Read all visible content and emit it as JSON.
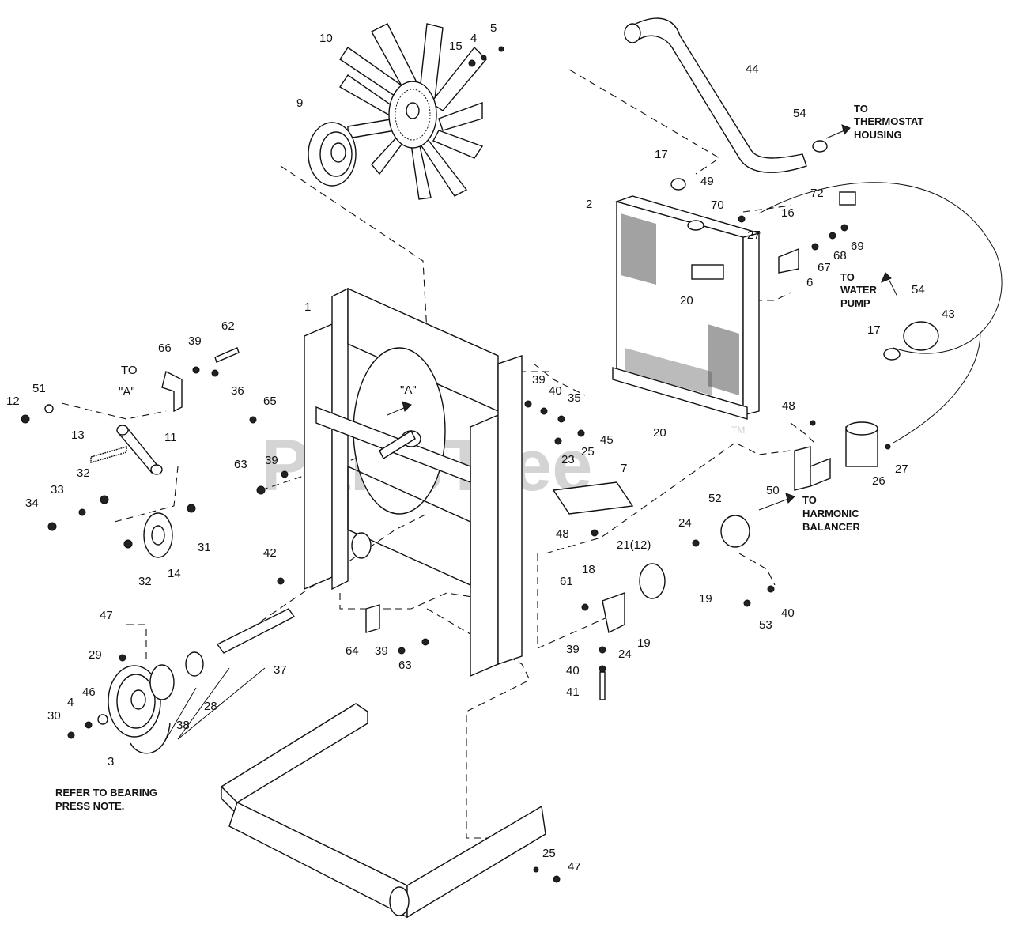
{
  "watermark": "PartsTree",
  "trademark": "TM",
  "callouts": [
    {
      "id": "c1",
      "text": "1"
    },
    {
      "id": "c2",
      "text": "2"
    },
    {
      "id": "c3",
      "text": "3"
    },
    {
      "id": "c4a",
      "text": "4"
    },
    {
      "id": "c4b",
      "text": "4"
    },
    {
      "id": "c5",
      "text": "5"
    },
    {
      "id": "c6",
      "text": "6"
    },
    {
      "id": "c7",
      "text": "7"
    },
    {
      "id": "c9",
      "text": "9"
    },
    {
      "id": "c10",
      "text": "10"
    },
    {
      "id": "c11",
      "text": "11"
    },
    {
      "id": "c12",
      "text": "12"
    },
    {
      "id": "c13",
      "text": "13"
    },
    {
      "id": "c14",
      "text": "14"
    },
    {
      "id": "c15",
      "text": "15"
    },
    {
      "id": "c16",
      "text": "16"
    },
    {
      "id": "c17a",
      "text": "17"
    },
    {
      "id": "c17b",
      "text": "17"
    },
    {
      "id": "c18",
      "text": "18"
    },
    {
      "id": "c19a",
      "text": "19"
    },
    {
      "id": "c19b",
      "text": "19"
    },
    {
      "id": "c20a",
      "text": "20"
    },
    {
      "id": "c20b",
      "text": "20"
    },
    {
      "id": "c21",
      "text": "21(12)"
    },
    {
      "id": "c23",
      "text": "23"
    },
    {
      "id": "c24a",
      "text": "24"
    },
    {
      "id": "c24b",
      "text": "24"
    },
    {
      "id": "c25a",
      "text": "25"
    },
    {
      "id": "c25b",
      "text": "25"
    },
    {
      "id": "c26",
      "text": "26"
    },
    {
      "id": "c27a",
      "text": "27"
    },
    {
      "id": "c27b",
      "text": "27"
    },
    {
      "id": "c28",
      "text": "28"
    },
    {
      "id": "c29",
      "text": "29"
    },
    {
      "id": "c30",
      "text": "30"
    },
    {
      "id": "c31",
      "text": "31"
    },
    {
      "id": "c32a",
      "text": "32"
    },
    {
      "id": "c32b",
      "text": "32"
    },
    {
      "id": "c33",
      "text": "33"
    },
    {
      "id": "c34",
      "text": "34"
    },
    {
      "id": "c35",
      "text": "35"
    },
    {
      "id": "c36",
      "text": "36"
    },
    {
      "id": "c37",
      "text": "37"
    },
    {
      "id": "c38",
      "text": "38"
    },
    {
      "id": "c39a",
      "text": "39"
    },
    {
      "id": "c39b",
      "text": "39"
    },
    {
      "id": "c39c",
      "text": "39"
    },
    {
      "id": "c39d",
      "text": "39"
    },
    {
      "id": "c39e",
      "text": "39"
    },
    {
      "id": "c40a",
      "text": "40"
    },
    {
      "id": "c40b",
      "text": "40"
    },
    {
      "id": "c40c",
      "text": "40"
    },
    {
      "id": "c41",
      "text": "41"
    },
    {
      "id": "c42",
      "text": "42"
    },
    {
      "id": "c43",
      "text": "43"
    },
    {
      "id": "c44",
      "text": "44"
    },
    {
      "id": "c45",
      "text": "45"
    },
    {
      "id": "c46",
      "text": "46"
    },
    {
      "id": "c47a",
      "text": "47"
    },
    {
      "id": "c47b",
      "text": "47"
    },
    {
      "id": "c48a",
      "text": "48"
    },
    {
      "id": "c48b",
      "text": "48"
    },
    {
      "id": "c49",
      "text": "49"
    },
    {
      "id": "c50",
      "text": "50"
    },
    {
      "id": "c51",
      "text": "51"
    },
    {
      "id": "c52",
      "text": "52"
    },
    {
      "id": "c53",
      "text": "53"
    },
    {
      "id": "c54a",
      "text": "54"
    },
    {
      "id": "c54b",
      "text": "54"
    },
    {
      "id": "c61",
      "text": "61"
    },
    {
      "id": "c62",
      "text": "62"
    },
    {
      "id": "c63a",
      "text": "63"
    },
    {
      "id": "c63b",
      "text": "63"
    },
    {
      "id": "c64",
      "text": "64"
    },
    {
      "id": "c65",
      "text": "65"
    },
    {
      "id": "c66",
      "text": "66"
    },
    {
      "id": "c67",
      "text": "67"
    },
    {
      "id": "c68",
      "text": "68"
    },
    {
      "id": "c69",
      "text": "69"
    },
    {
      "id": "c70",
      "text": "70"
    },
    {
      "id": "c72",
      "text": "72"
    }
  ],
  "notes": {
    "to_a_line1": "TO",
    "to_a_line2": "\"A\"",
    "view_a": "\"A\"",
    "thermostat_line1": "TO",
    "thermostat_line2": "THERMOSTAT",
    "thermostat_line3": "HOUSING",
    "water_pump_line1": "TO",
    "water_pump_line2": "WATER",
    "water_pump_line3": "PUMP",
    "harmonic_line1": "TO",
    "harmonic_line2": "HARMONIC",
    "harmonic_line3": "BALANCER",
    "bearing_line1": "REFER TO BEARING",
    "bearing_line2": "PRESS NOTE."
  }
}
